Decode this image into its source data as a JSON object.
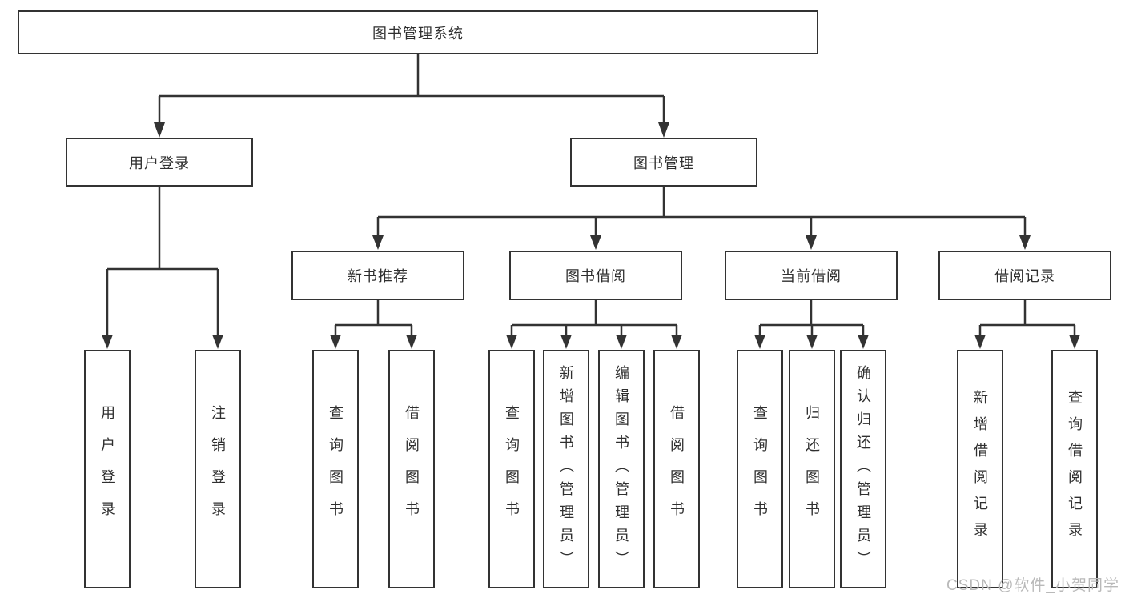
{
  "diagram": {
    "root": {
      "label": "图书管理系统"
    },
    "level2": [
      {
        "label": "用户登录"
      },
      {
        "label": "图书管理"
      }
    ],
    "level3": [
      {
        "label": "新书推荐"
      },
      {
        "label": "图书借阅"
      },
      {
        "label": "当前借阅"
      },
      {
        "label": "借阅记录"
      }
    ],
    "level4": {
      "user_login": [
        {
          "label": "用户登录"
        },
        {
          "label": "注销登录"
        }
      ],
      "new_book": [
        {
          "label": "查询图书"
        },
        {
          "label": "借阅图书"
        }
      ],
      "book_borrow": [
        {
          "label": "查询图书"
        },
        {
          "label": "新增图书（管理员）"
        },
        {
          "label": "编辑图书（管理员）"
        },
        {
          "label": "借阅图书"
        }
      ],
      "current_borrow": [
        {
          "label": "查询图书"
        },
        {
          "label": "归还图书"
        },
        {
          "label": "确认归还（管理员）"
        }
      ],
      "borrow_records": [
        {
          "label": "新增借阅记录"
        },
        {
          "label": "查询借阅记录"
        }
      ]
    },
    "watermark": "CSDN @软件_小贺同学",
    "colors": {
      "line": "#333333",
      "text": "#2f2f2f",
      "watermark": "#b9b9b9",
      "background": "#ffffff"
    }
  }
}
